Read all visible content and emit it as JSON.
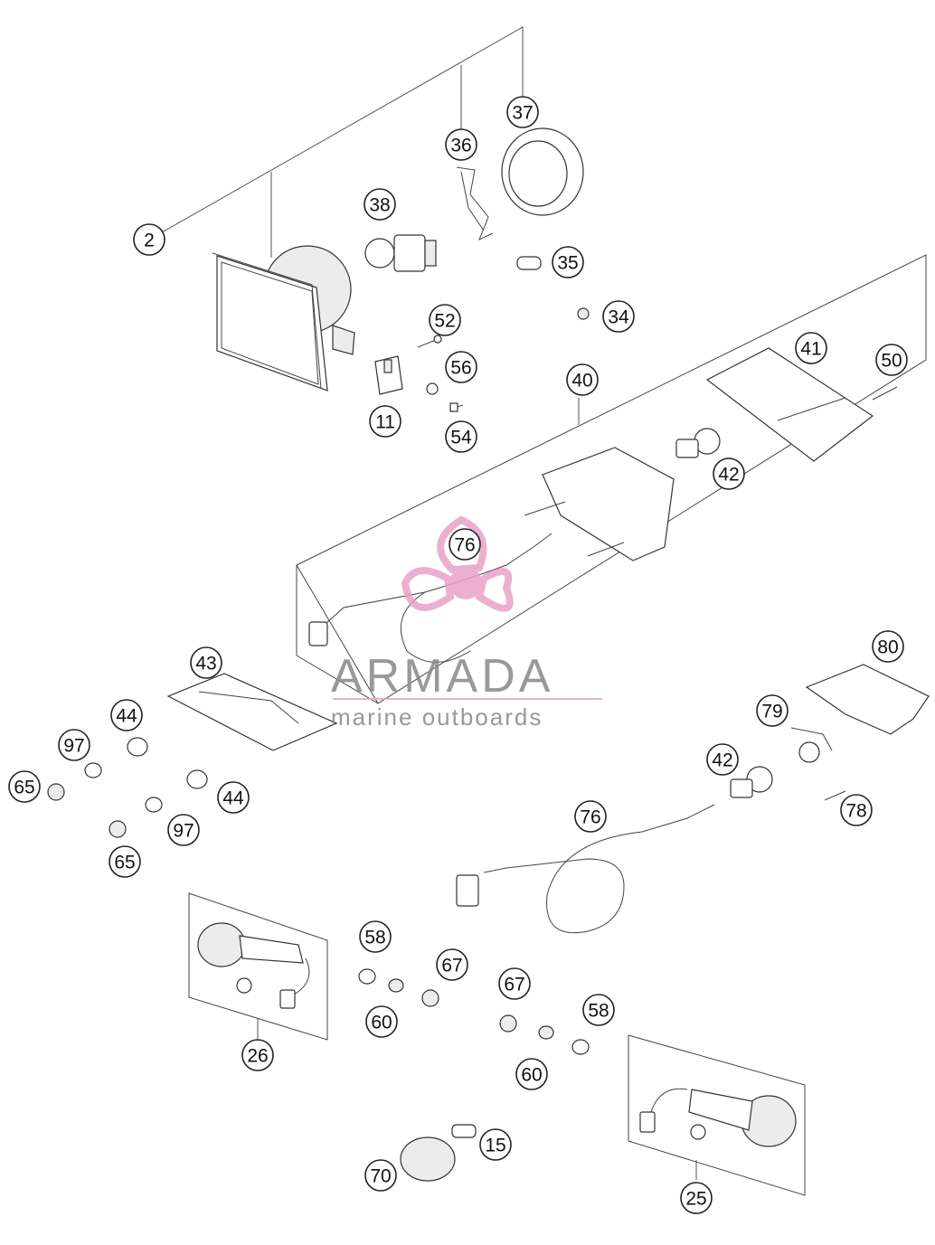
{
  "watermark": {
    "brand": "ARMADA",
    "tagline": "marine outboards",
    "colors": {
      "accent": "#e8a3c8",
      "text": "#888888"
    }
  },
  "callouts": [
    "2",
    "36",
    "37",
    "38",
    "35",
    "34",
    "52",
    "56",
    "11",
    "54",
    "40",
    "41",
    "50",
    "42",
    "76",
    "43",
    "44",
    "97",
    "65",
    "44",
    "97",
    "65",
    "80",
    "79",
    "42",
    "78",
    "76",
    "58",
    "67",
    "26",
    "60",
    "67",
    "58",
    "60",
    "15",
    "70",
    "25"
  ]
}
